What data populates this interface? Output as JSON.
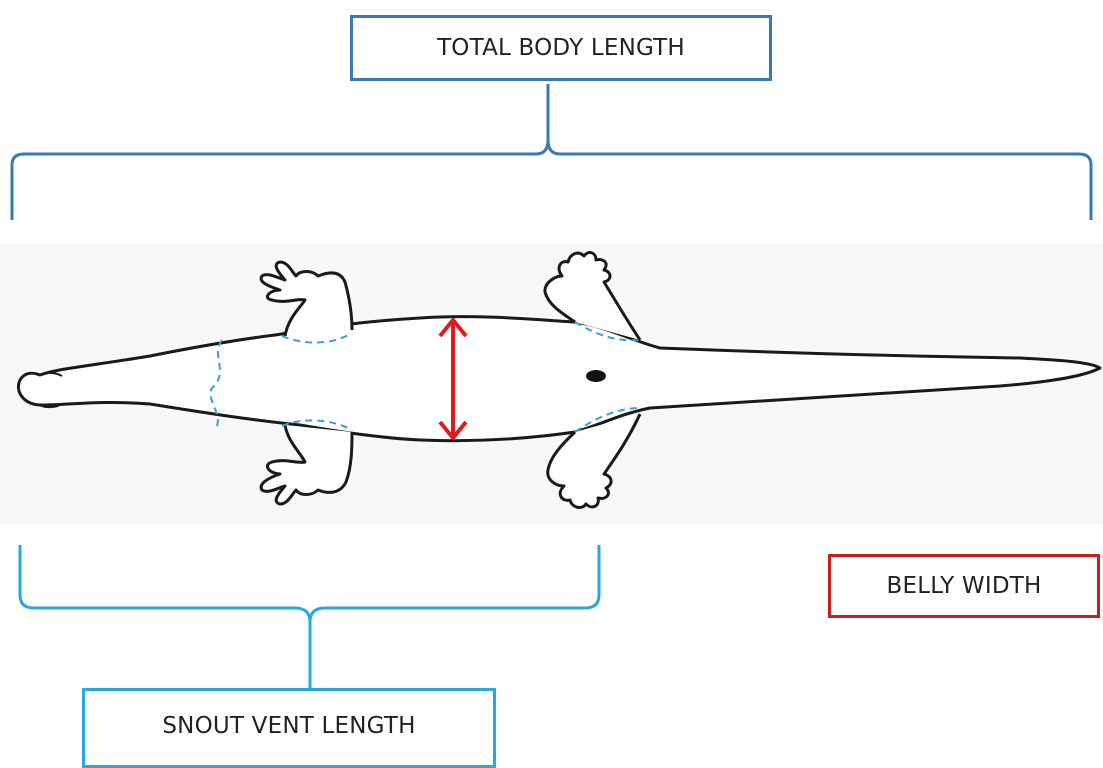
{
  "labels": {
    "total_body_length": "TOTAL BODY LENGTH",
    "snout_vent_length": "SNOUT VENT LENGTH",
    "belly_width": "BELLY WIDTH"
  },
  "colors": {
    "total_body_length": "#3a78b8",
    "snout_vent_length": "#29a8e0",
    "belly_width": "#e01b1b",
    "outline": "#1a1a1a",
    "limb_boundaries": "#3aa0d8"
  }
}
